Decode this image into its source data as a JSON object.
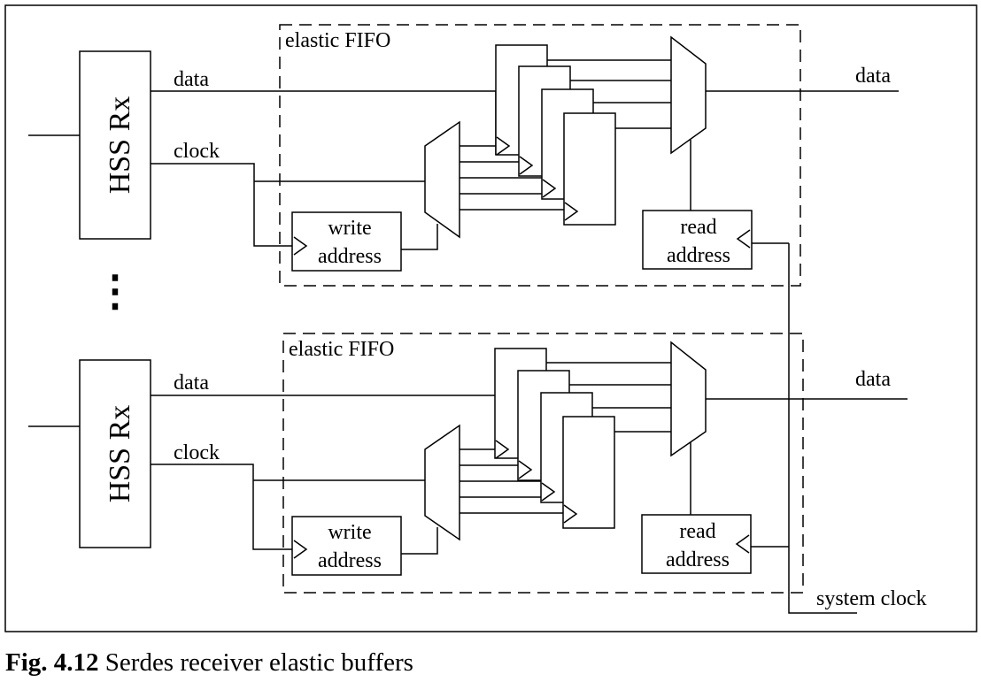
{
  "caption": {
    "figure_label": "Fig. 4.12",
    "text": "Serdes receiver elastic buffers"
  },
  "block": {
    "hss_label": "HSS Rx",
    "data_in": "data",
    "clock_in": "clock",
    "fifo_label": "elastic FIFO",
    "write_address": [
      "write",
      "address"
    ],
    "read_address": [
      "read",
      "address"
    ],
    "data_out": "data"
  },
  "ellipsis": "⋮",
  "system_clock": "system clock"
}
